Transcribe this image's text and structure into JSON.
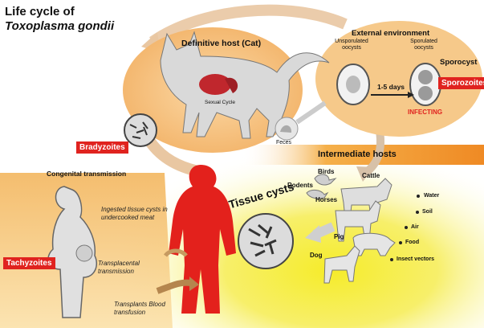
{
  "title": {
    "line1": "Life cycle of",
    "line2": "Toxoplasma gondii"
  },
  "definitive_host": {
    "label": "Definitive host (Cat)",
    "cycle": "Sexual Cycle"
  },
  "environment": {
    "label": "External environment",
    "unsporulated": "Unsporulated oocysts",
    "sporulated": "Sporulated oocysts",
    "days": "1-5 days",
    "sporocyst": "Sporocyst",
    "sporozoites": "Sporozoites",
    "infecting": "INFECTING"
  },
  "feces": "Feces",
  "bradyzoites": "Bradyzoites",
  "intermediate": {
    "label": "Intermediate hosts",
    "animals": [
      "Birds",
      "Rodents",
      "Cattle",
      "Horses",
      "Pig",
      "Dog"
    ],
    "sources": [
      "Water",
      "Soil",
      "Air",
      "Food",
      "Insect vectors"
    ]
  },
  "tissue_cysts": "Tissue cysts",
  "congenital": "Congenital transmission",
  "tachyzoites": "Tachyzoites",
  "ingested": "Ingested tissue cysts in undercooked meat",
  "transplacental": "Transplacental transmission",
  "transplants": "Transplants Blood transfusion",
  "colors": {
    "accent_red": "#e0231f",
    "orange": "#f0a54a",
    "yellow": "#f6ec2a",
    "body_red": "#e3211c"
  }
}
